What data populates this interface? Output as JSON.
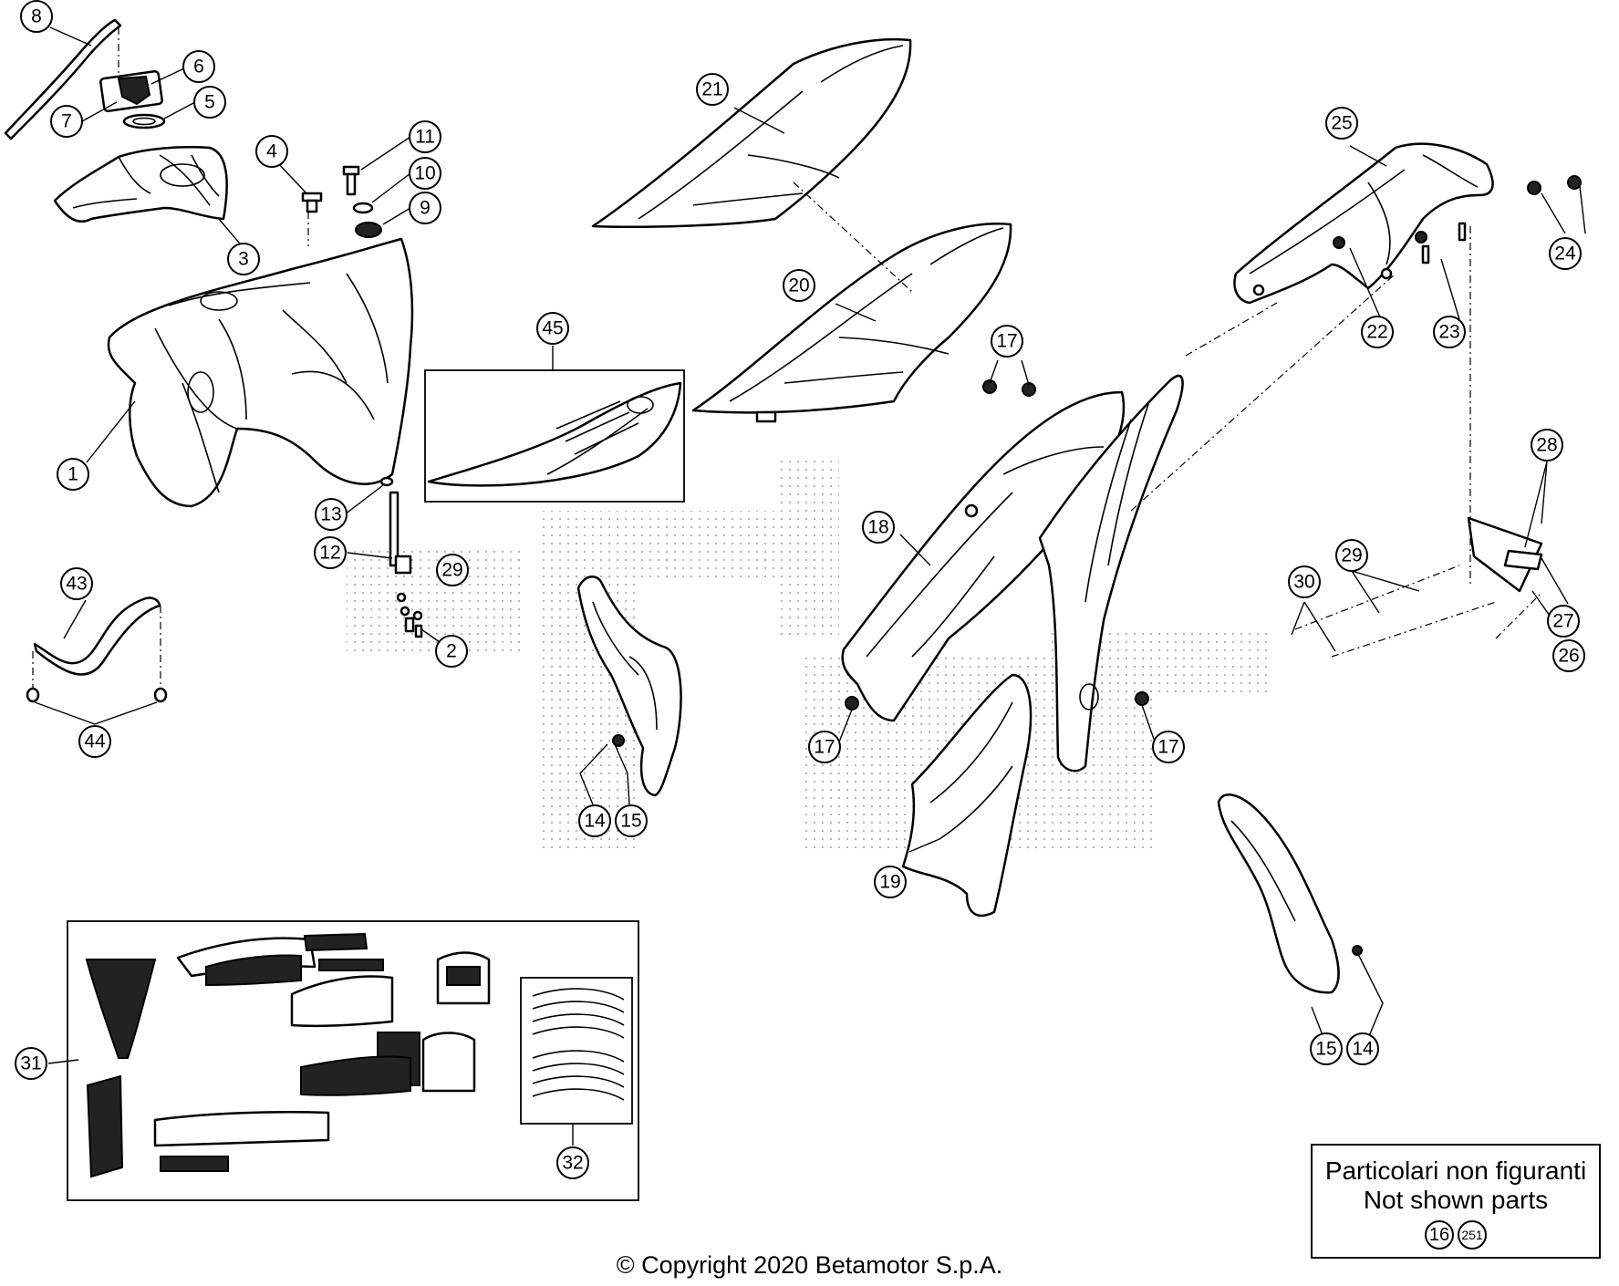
{
  "callouts": [
    {
      "id": "c1",
      "label": "1"
    },
    {
      "id": "c2",
      "label": "2"
    },
    {
      "id": "c3",
      "label": "3"
    },
    {
      "id": "c4",
      "label": "4"
    },
    {
      "id": "c5",
      "label": "5"
    },
    {
      "id": "c6",
      "label": "6"
    },
    {
      "id": "c7",
      "label": "7"
    },
    {
      "id": "c8",
      "label": "8"
    },
    {
      "id": "c9",
      "label": "9"
    },
    {
      "id": "c10",
      "label": "10"
    },
    {
      "id": "c11",
      "label": "11"
    },
    {
      "id": "c12",
      "label": "12"
    },
    {
      "id": "c13",
      "label": "13"
    },
    {
      "id": "c14a",
      "label": "14"
    },
    {
      "id": "c14b",
      "label": "14"
    },
    {
      "id": "c15a",
      "label": "15"
    },
    {
      "id": "c15b",
      "label": "15"
    },
    {
      "id": "c17a",
      "label": "17"
    },
    {
      "id": "c17b",
      "label": "17"
    },
    {
      "id": "c17c",
      "label": "17"
    },
    {
      "id": "c18",
      "label": "18"
    },
    {
      "id": "c19",
      "label": "19"
    },
    {
      "id": "c20",
      "label": "20"
    },
    {
      "id": "c21",
      "label": "21"
    },
    {
      "id": "c22",
      "label": "22"
    },
    {
      "id": "c23",
      "label": "23"
    },
    {
      "id": "c24",
      "label": "24"
    },
    {
      "id": "c25",
      "label": "25"
    },
    {
      "id": "c26",
      "label": "26"
    },
    {
      "id": "c27",
      "label": "27"
    },
    {
      "id": "c28",
      "label": "28"
    },
    {
      "id": "c29a",
      "label": "29"
    },
    {
      "id": "c29b",
      "label": "29"
    },
    {
      "id": "c30",
      "label": "30"
    },
    {
      "id": "c31",
      "label": "31"
    },
    {
      "id": "c32",
      "label": "32"
    },
    {
      "id": "c43",
      "label": "43"
    },
    {
      "id": "c44",
      "label": "44"
    },
    {
      "id": "c45",
      "label": "45"
    }
  ],
  "not_shown": {
    "line1": "Particolari non figuranti",
    "line2": "Not shown parts",
    "refs": [
      "16",
      "251"
    ]
  },
  "copyright": "© Copyright 2020 Betamotor S.p.A."
}
